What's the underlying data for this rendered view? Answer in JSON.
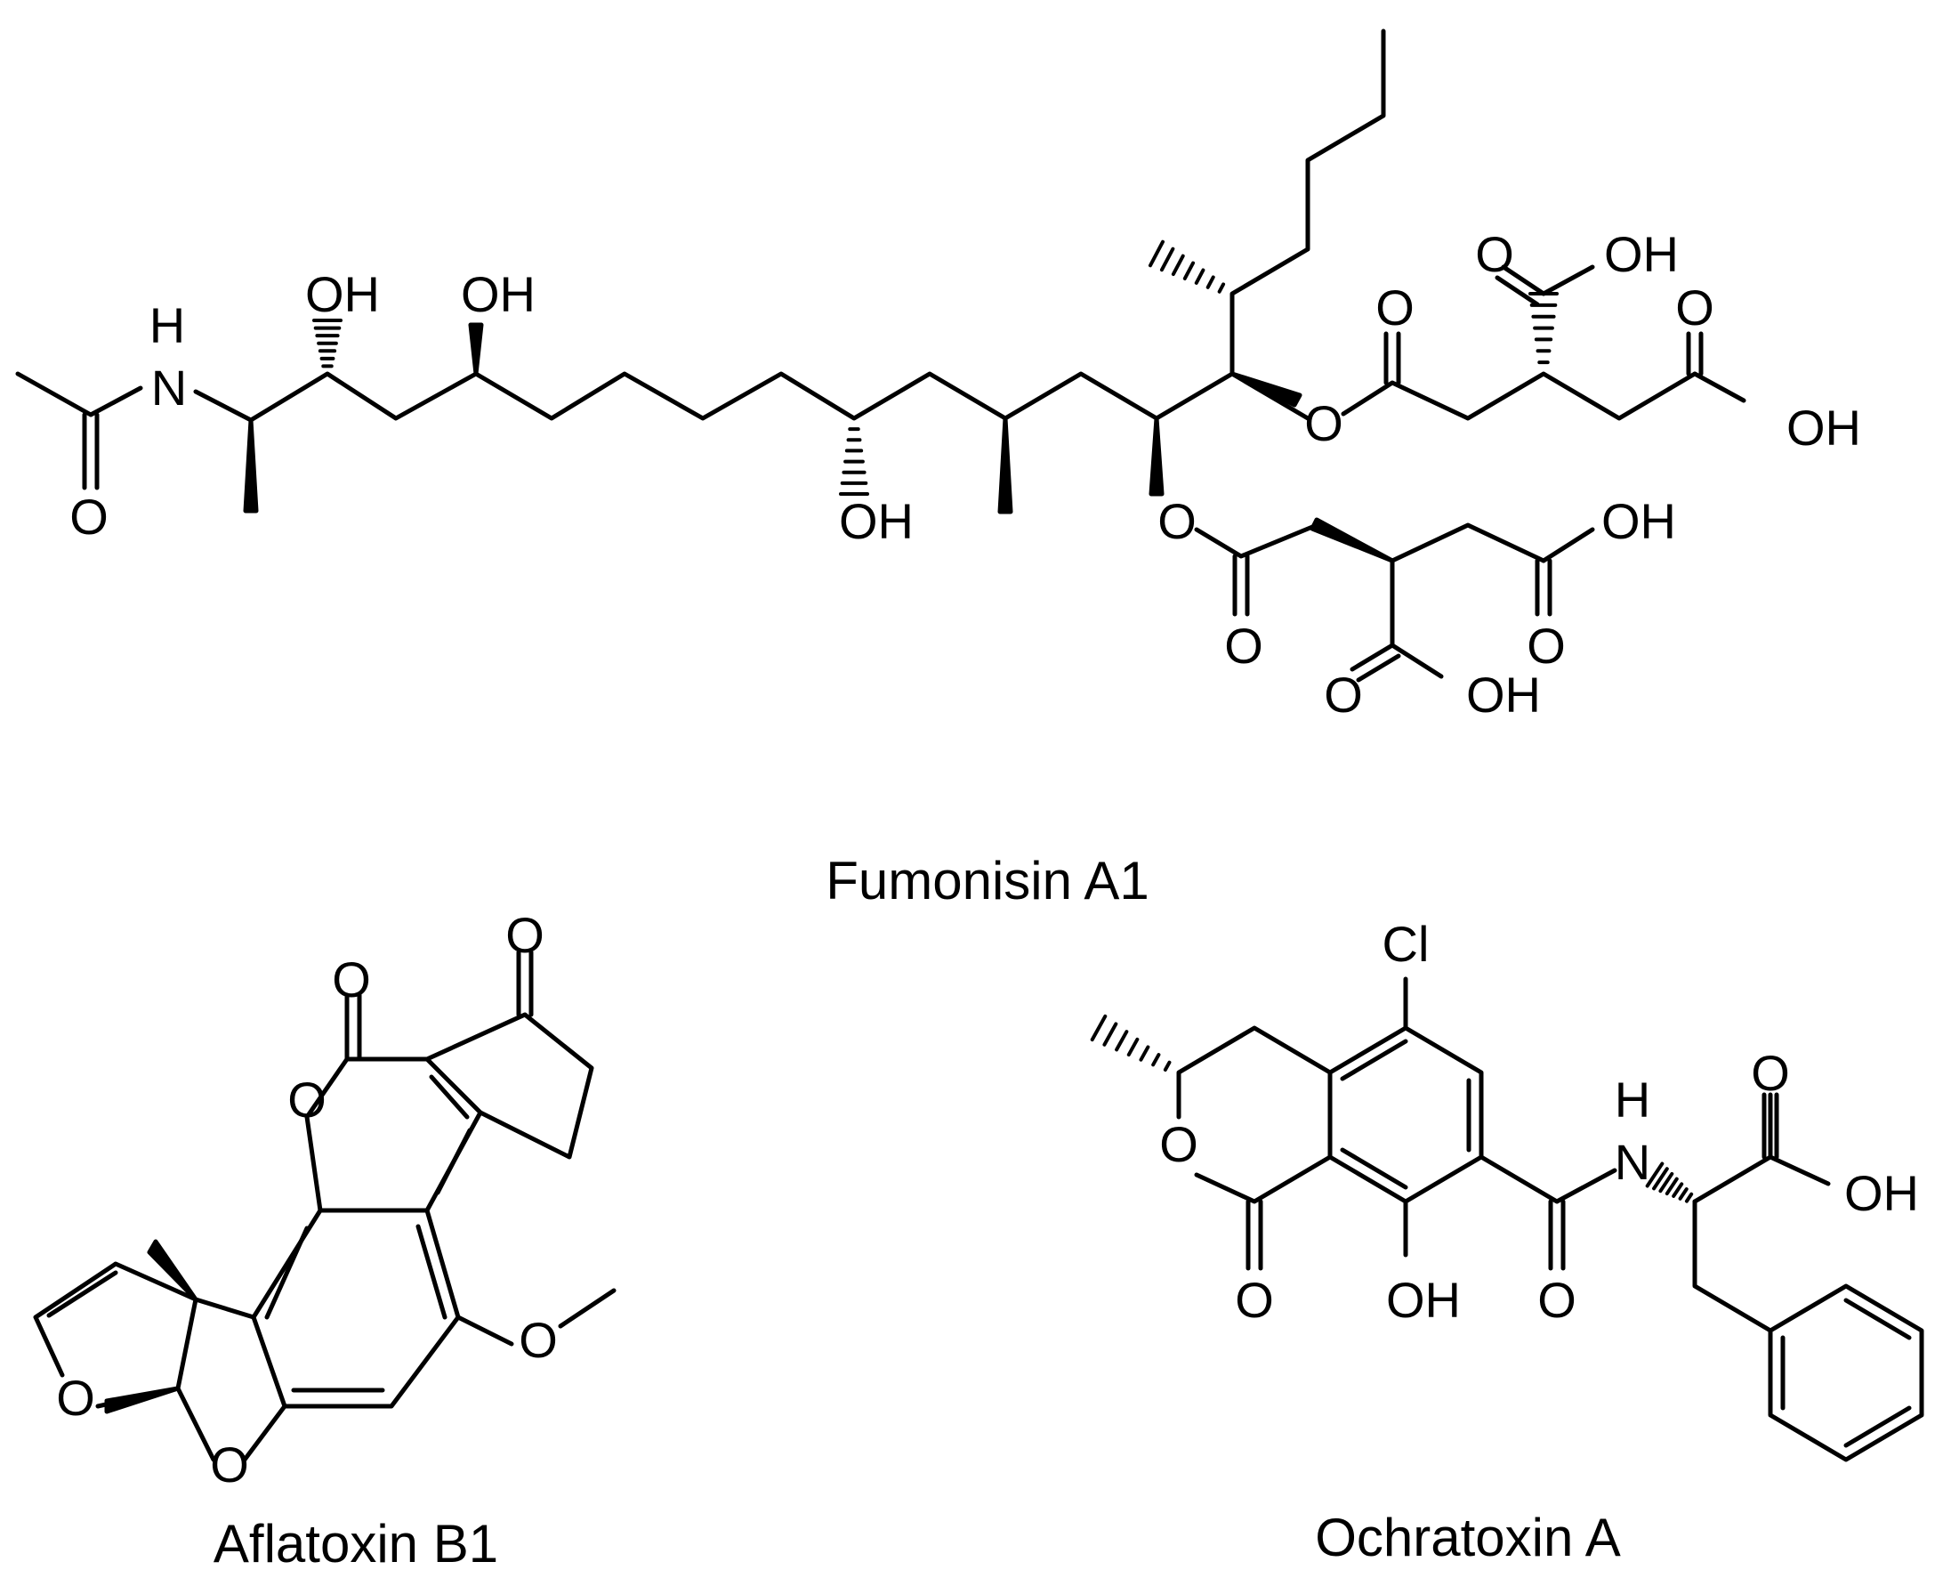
{
  "diagram": {
    "ink_color": "#000000",
    "background_color": "#ffffff",
    "molecules": [
      {
        "id": "fumonisin",
        "name": "Fumonisin A1",
        "atom_labels": {
          "n_h": "H",
          "n": "N",
          "o_acetyl": "O",
          "oh_1": "OH",
          "oh_2": "OH",
          "oh_3": "OH",
          "o_ester_upper": "O",
          "o_ester_lower": "O",
          "o_carbonyl_upper": "O",
          "o_carbonyl_lower": "O",
          "o_cooh_1": "O",
          "oh_cooh_1": "OH",
          "o_cooh_2": "O",
          "oh_cooh_2": "OH",
          "o_cooh_3": "O",
          "oh_cooh_3": "OH",
          "o_cooh_4": "O",
          "oh_cooh_4": "OH"
        }
      },
      {
        "id": "aflatoxin",
        "name": "Aflatoxin B1",
        "atom_labels": {
          "o_ketone": "O",
          "o_lactone_carbonyl": "O",
          "o_lactone_ring": "O",
          "o_methoxy": "O",
          "o_furan_1": "O",
          "o_furan_2": "O"
        }
      },
      {
        "id": "ochratoxin",
        "name": "Ochratoxin A",
        "atom_labels": {
          "cl": "Cl",
          "o_ring": "O",
          "o_carbonyl": "O",
          "oh_phenol": "OH",
          "o_amide": "O",
          "n_h": "H",
          "n": "N",
          "o_acid": "O",
          "oh_acid": "OH"
        }
      }
    ]
  }
}
